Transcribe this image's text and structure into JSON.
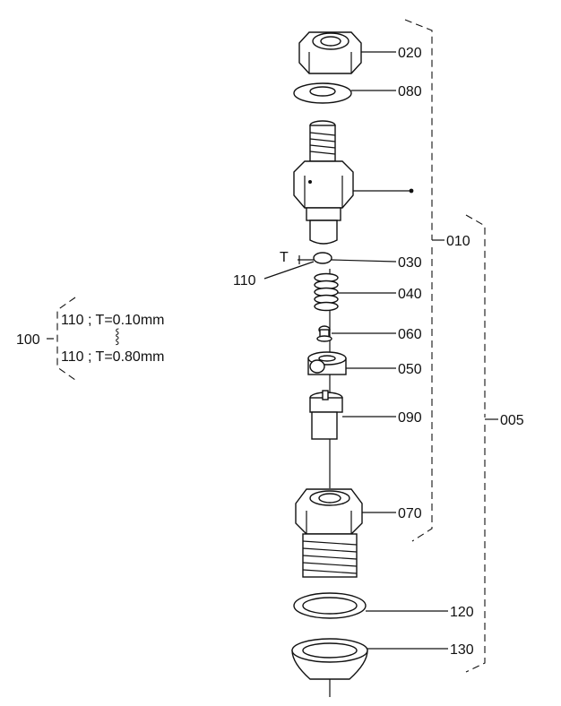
{
  "callouts": {
    "p020": "020",
    "p080": "080",
    "p010": "010",
    "p030": "030",
    "p040": "040",
    "p060": "060",
    "p050": "050",
    "p090": "090",
    "p005": "005",
    "p070": "070",
    "p120": "120",
    "p130": "130",
    "p110": "110",
    "t": "T"
  },
  "shim_note": {
    "group": "100",
    "line1": "110 ; T=0.10mm",
    "tilde": "⸾",
    "line2": "110 ; T=0.80mm"
  }
}
